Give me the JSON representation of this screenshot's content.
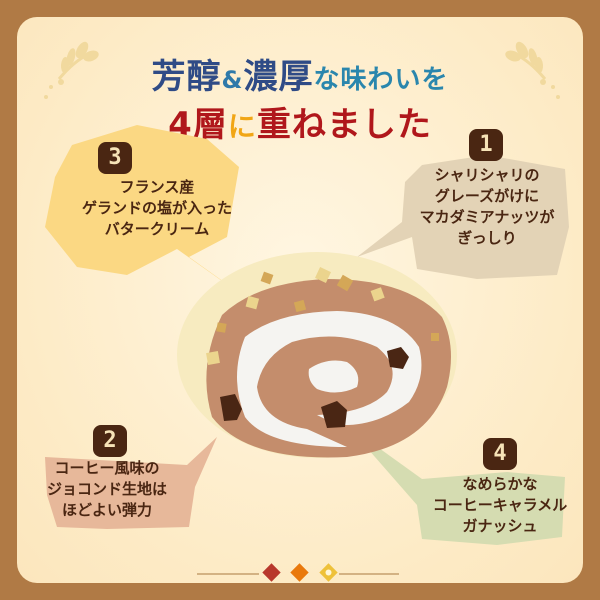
{
  "headline": {
    "line1": {
      "part1": "芳醇",
      "amp": "&",
      "part2": "濃厚",
      "part3": "な味わいを"
    },
    "line2": {
      "part1": "4層",
      "part2": "に",
      "part3": "重ねました"
    }
  },
  "layers": [
    {
      "number": "1",
      "lines": [
        "シャリシャリの",
        "グレーズがけに",
        "マカダミアナッツが",
        "ぎっしり"
      ],
      "bubble_color": "#e3d3b6"
    },
    {
      "number": "2",
      "lines": [
        "コーヒー風味の",
        "ジョコンド生地は",
        "ほどよい弾力"
      ],
      "bubble_color": "#e7b89a"
    },
    {
      "number": "3",
      "lines": [
        "フランス産",
        "ゲランドの塩が入った",
        "バタークリーム"
      ],
      "bubble_color": "#fbd883"
    },
    {
      "number": "4",
      "lines": [
        "なめらかな",
        "コーヒーキャラメル",
        "ガナッシュ"
      ],
      "bubble_color": "#d5dcb1"
    }
  ],
  "colors": {
    "frame": "#b07a45",
    "panel": "#fdebc6",
    "title_blue": "#2f4b86",
    "title_red": "#b0171b",
    "accent_yellow": "#f1a615",
    "badge": "#4a2612",
    "diamond_red": "#b8382c",
    "diamond_orange": "#e9790c",
    "diamond_yellow": "#eec13a"
  },
  "icons": [
    "leaf-ornament-left",
    "leaf-ornament-right",
    "cake-roll-illustration",
    "diamond-ornaments"
  ]
}
